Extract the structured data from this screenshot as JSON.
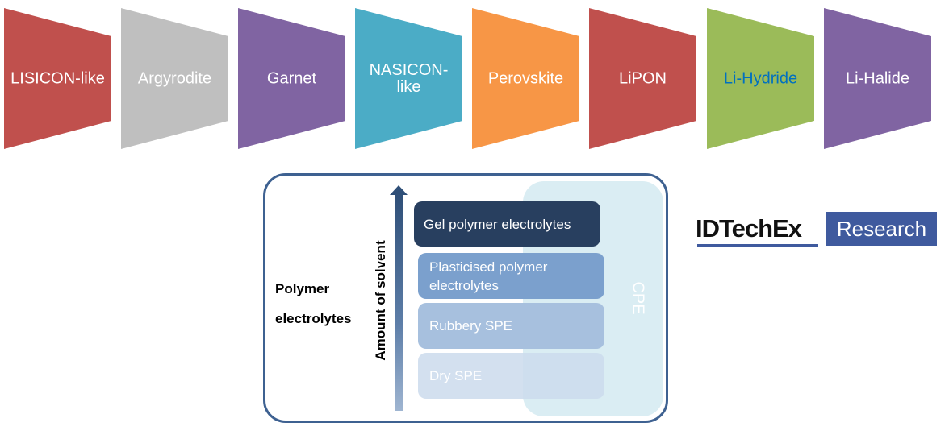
{
  "electrolyte_types": [
    {
      "label": "LISICON-like",
      "color": "#c0504d",
      "text_color": "#ffffff"
    },
    {
      "label": "Argyrodite",
      "color": "#bfbfbf",
      "text_color": "#ffffff"
    },
    {
      "label": "Garnet",
      "color": "#8064a2",
      "text_color": "#ffffff"
    },
    {
      "label": "NASICON-like",
      "color": "#4bacc6",
      "text_color": "#ffffff"
    },
    {
      "label": "Perovskite",
      "color": "#f79646",
      "text_color": "#ffffff"
    },
    {
      "label": "LiPON",
      "color": "#c0504d",
      "text_color": "#ffffff"
    },
    {
      "label": "Li-Hydride",
      "color": "#9bbb59",
      "text_color": "#0070c0"
    },
    {
      "label": "Li-Halide",
      "color": "#8064a2",
      "text_color": "#ffffff"
    }
  ],
  "polymer_panel": {
    "title_line1": "Polymer",
    "title_line2": "electrolytes",
    "axis_label": "Amount of solvent",
    "cpe_label": "CPE",
    "levels": [
      {
        "label": "Gel polymer electrolytes"
      },
      {
        "label": "Plasticised polymer electrolytes"
      },
      {
        "label": "Rubbery SPE"
      },
      {
        "label": "Dry SPE"
      }
    ]
  },
  "logo": {
    "brand": "IDTechEx",
    "tag": "Research",
    "color": "#3f5a9e"
  }
}
